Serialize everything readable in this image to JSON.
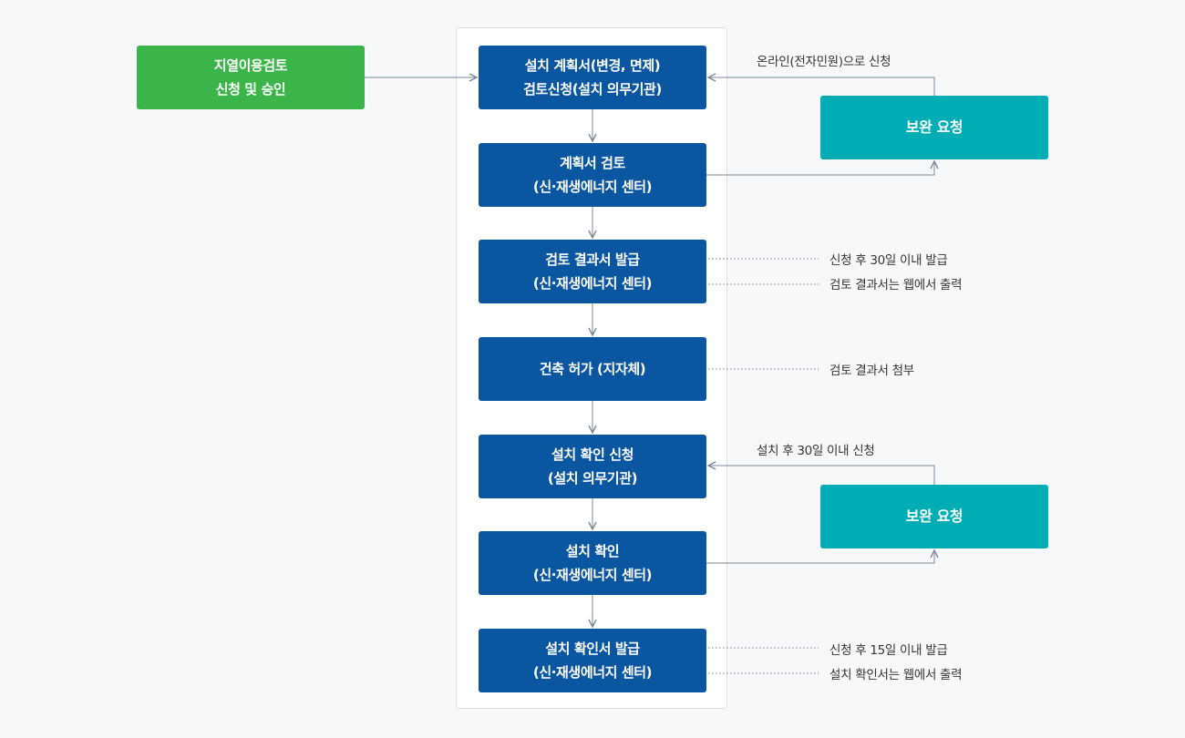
{
  "start": {
    "lines": [
      "지열이용검토",
      "신청 및 승인"
    ]
  },
  "steps": [
    {
      "lines": [
        "설치 계획서(변경, 면제)",
        "검토신청(설치 의무기관)"
      ]
    },
    {
      "lines": [
        "계획서 검토",
        "(신·재생에너지 센터)"
      ]
    },
    {
      "lines": [
        "검토 결과서 발급",
        "(신·재생에너지 센터)"
      ]
    },
    {
      "lines": [
        "건축 허가 (지자체)"
      ]
    },
    {
      "lines": [
        "설치 확인 신청",
        "(설치 의무기관)"
      ]
    },
    {
      "lines": [
        "설치 확인",
        "(신·재생에너지 센터)"
      ]
    },
    {
      "lines": [
        "설치 확인서 발급",
        "(신·재생에너지 센터)"
      ]
    }
  ],
  "supplements": [
    {
      "label": "보완 요청",
      "caption": "온라인(전자민원)으로 신청"
    },
    {
      "label": "보완 요청",
      "caption": "설치 후 30일 이내 신청"
    }
  ],
  "notes": {
    "result_issue": [
      "신청 후 30일 이내 발급",
      "검토 결과서는 웹에서 출력"
    ],
    "permit": [
      "검토 결과서 첨부"
    ],
    "confirm_issue": [
      "신청 후 15일 이내 발급",
      "설치 확인서는 웹에서 출력"
    ]
  },
  "colors": {
    "step": "#0b56a0",
    "start": "#3bb54a",
    "supplement": "#00adb5",
    "connector": "#7b8797"
  }
}
